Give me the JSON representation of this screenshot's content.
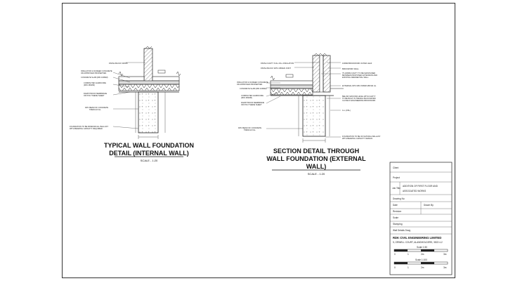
{
  "left_detail": {
    "labels": [
      "FINISH BLOCK WORK",
      "INSULATION & SCREED CONCRETE",
      "OR APPROVED PROPERTIES",
      "CONCRETE SLAB (MIN 100MM)",
      "COMPACTED HARDCORE",
      "(MIN 150MM)",
      "DAMP PROOF MEMBRANE",
      "OR POLYTHENE SHEET",
      "DPC BEAM OF CONCRETE",
      "TRENCH FILL",
      "FOUNDATION TO BE MINIMUM ALL BALLAST",
      "WITH BEARING CAPACITY REQUIRED"
    ],
    "title_line1": "TYPICAL WALL FOUNDATION",
    "title_line2": "DETAIL (INTERNAL WALL)",
    "scale": "SCALE - 1:20"
  },
  "right_detail": {
    "labels_left": [
      "FINISH CAVITY FULL FILL INSULATION",
      "FINISH BLOCK WITH WIDER JOINT",
      "INSULATION & SCREED CONCRETE",
      "OR APPROVED PROPERTIES",
      "CONCRETE SLAB (MIN 100MM)",
      "COMPACTED HARDCORE",
      "(MIN 150MM)",
      "DAMP PROOF MEMBRANE",
      "OR POLYTHENE SHEET",
      "DPC BEAM OF CONCRETE",
      "TRENCH FILL"
    ],
    "labels_right": [
      "100MM BRICKWORK OUTER LEAF",
      "BRICKWORK WALL",
      "75-100MM CAVITY TO BE MAINTAINED",
      "BETWEEN PROPOSED EXTENSION AND",
      "EXISTING RESIDENTIAL WALL",
      "EXTERNAL DPC MIN 150MM ABOVE GL",
      "BELOW GROUND LEVEL WITH CAVITY",
      "TO BE BUILT IN TRENCH BLOCKWORK",
      "CLOSE IF ENGINEERING BRICKWORK",
      "G.L.(OSL)",
      "FOUNDATION TO BE OF NATURAL BALLAST",
      "WITH BEARING CAPACITY DESIGN"
    ],
    "title_line1": "SECTION DETAIL THROUGH",
    "title_line2": "WALL FOUNDATION (EXTERNAL",
    "title_line3": "WALL)",
    "scale": "SCALE - 1:20"
  },
  "title_block": {
    "client_label": "Client",
    "project_label": "Project",
    "job_title_label": "Job Title",
    "job_title_value_1": "ADDITION OF FIRST FLOOR AND",
    "job_title_value_2": "ASSOCIATED WORKS",
    "drawing_no_label": "Drawing No",
    "date_label": "Date",
    "drawn_by_label": "Drawn By",
    "revision_label": "Revision",
    "scale_label": "Scale",
    "stamping_label": "Stamping",
    "stamping_value": "Wall Details Drwg",
    "company_name": "RDK CIVIL ENGINEERING LIMITED",
    "company_address": "5, ORWELL COURT, ALANDHOLDERS, 3523 4-2",
    "scale_1": "Scale 1:50",
    "scale_2": "Scale 1:100",
    "bar_ticks": [
      "0",
      "1",
      "2m",
      "3m"
    ],
    "bar_ticks_2": [
      "0",
      "1",
      "2m",
      "3m"
    ]
  }
}
